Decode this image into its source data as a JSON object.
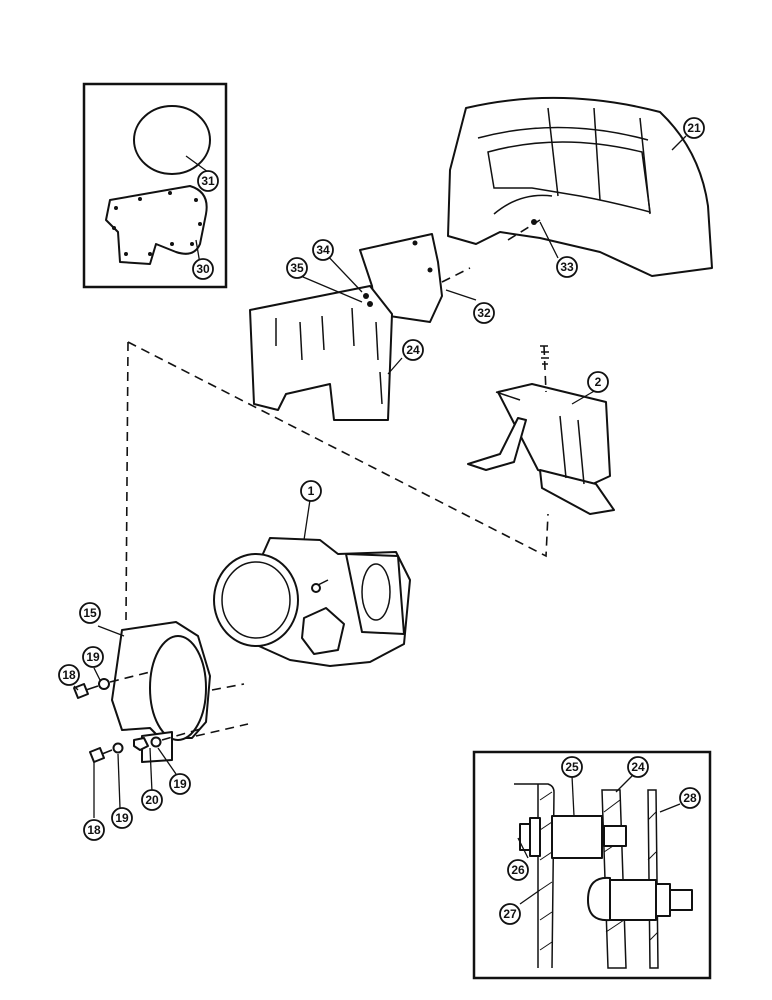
{
  "callouts": {
    "c1": "1",
    "c2": "2",
    "c15": "15",
    "c18a": "18",
    "c18b": "18",
    "c19a": "19",
    "c19b": "19",
    "c19c": "19",
    "c20": "20",
    "c21": "21",
    "c24a": "24",
    "c24b": "24",
    "c25": "25",
    "c26": "26",
    "c27": "27",
    "c28": "28",
    "c30": "30",
    "c31": "31",
    "c32": "32",
    "c33": "33",
    "c34": "34",
    "c35": "35"
  }
}
